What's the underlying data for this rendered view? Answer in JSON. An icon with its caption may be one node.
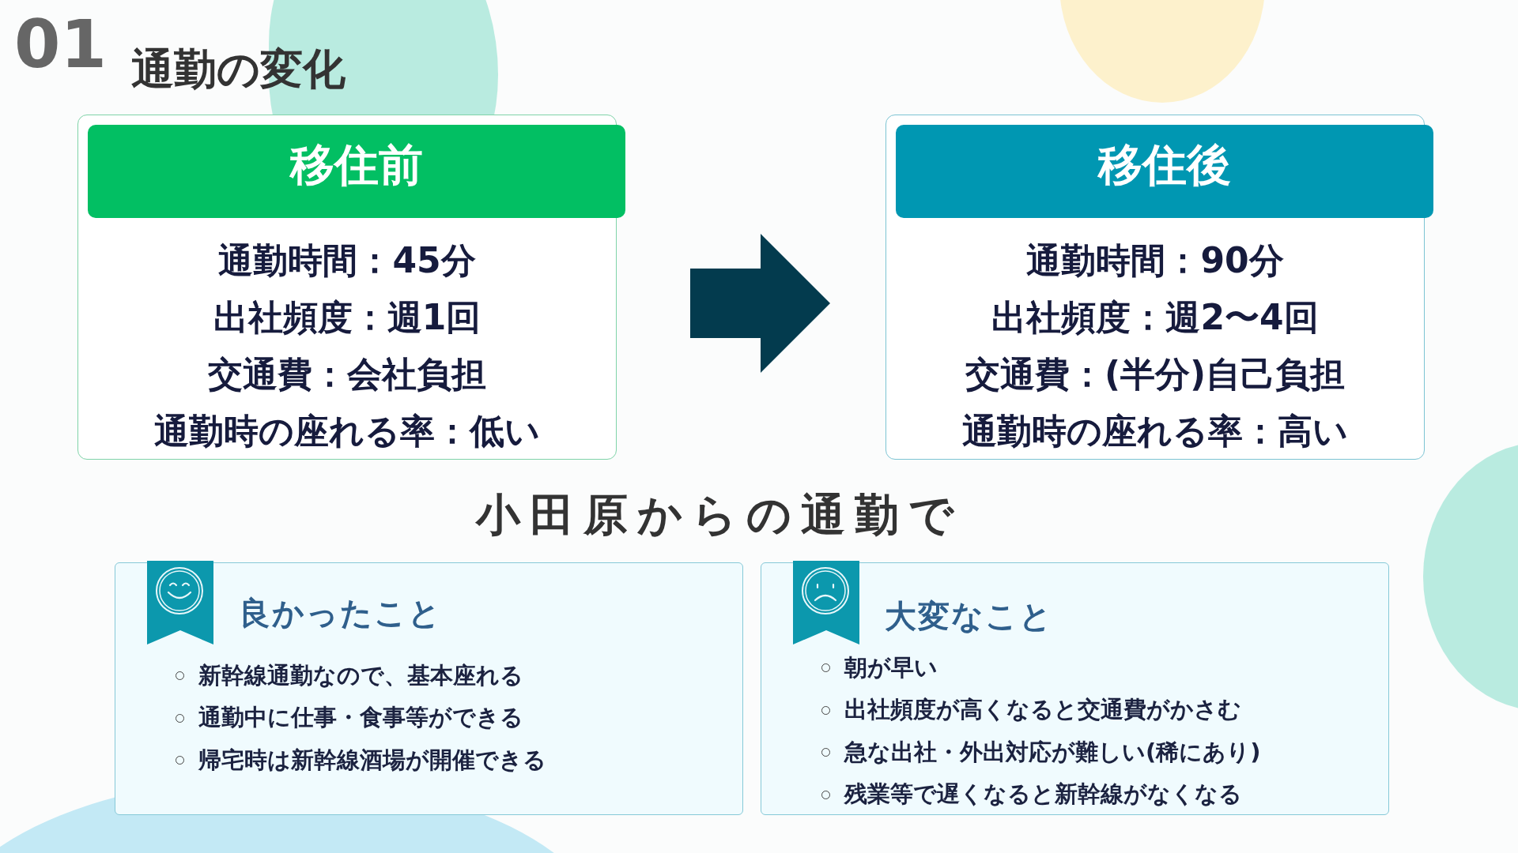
{
  "diagram": {
    "title": "通勤の変化",
    "nodes": [
      {
        "text": [
          "移住前",
          "通勤時間：45分",
          "出社頻度：週1回",
          "交通費：会社負担",
          "通勤時の座れる率：低い"
        ]
      },
      {
        "text": [
          "移住後",
          "通勤時間：90分",
          "出社頻度：週2〜4回",
          "交通費：(半分)自己負担",
          "通勤時の座れる率：高い"
        ]
      },
      {
        "text": [
          "良かったこと",
          "新幹線通勤なので、基本座れる",
          "通勤中に仕事・食事等ができる",
          "帰宅時は新幹線酒場が開催できる"
        ]
      },
      {
        "text": [
          "大変なこと",
          "朝が早い",
          "出社頻度が高くなると交通費がかさむ",
          "急な出社・外出対応が難しい(稀にあり)",
          "残業等で遅くなると新幹線がなくなる"
        ]
      }
    ],
    "edges": [
      {
        "from": 0,
        "to": 1,
        "arrow": "to",
        "style": "thick"
      }
    ],
    "labels": [
      "01",
      "小田原からの通勤で"
    ]
  }
}
